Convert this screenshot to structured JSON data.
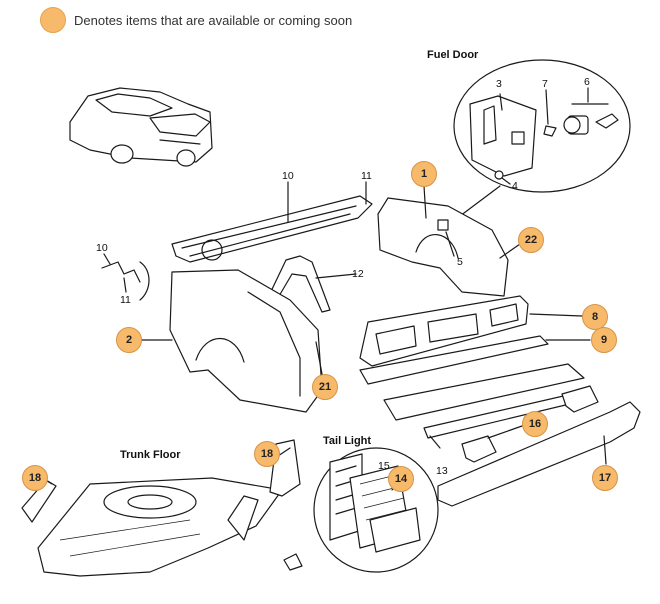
{
  "legend": {
    "text": "Denotes items that are available or coming soon"
  },
  "titles": {
    "fuel_door": "Fuel Door",
    "trunk_floor": "Trunk Floor",
    "tail_light": "Tail Light"
  },
  "callouts": [
    "1",
    "2",
    "8",
    "9",
    "14",
    "16",
    "17",
    "18",
    "18",
    "21",
    "22"
  ],
  "plain_labels": [
    "3",
    "4",
    "5",
    "6",
    "7",
    "10",
    "10",
    "11",
    "11",
    "12",
    "13",
    "15"
  ],
  "colors": {
    "badge_fill": "#f7b96a",
    "badge_border": "#d99347"
  }
}
